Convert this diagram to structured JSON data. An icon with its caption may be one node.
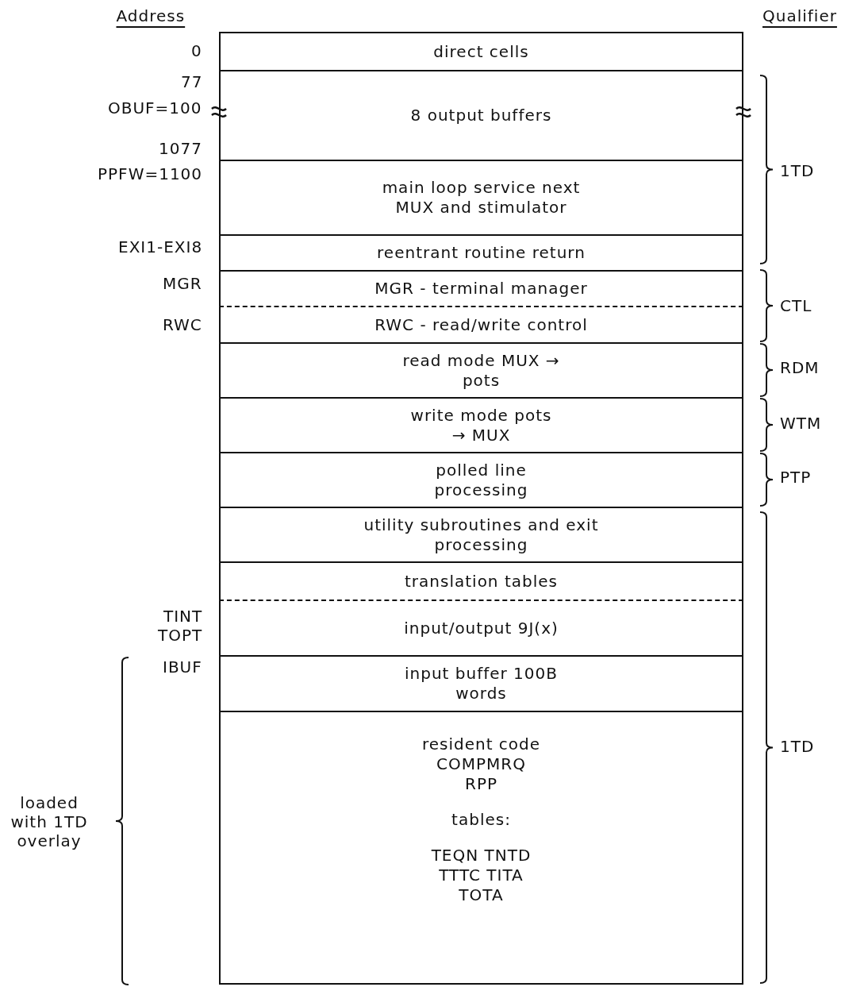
{
  "diagram": {
    "nodes": [
      {
        "text": [
          "direct cells"
        ]
      },
      {
        "text": [
          "8 output buffers"
        ]
      },
      {
        "text": [
          "main loop service next MUX and stimulator"
        ]
      },
      {
        "text": [
          "reentrant routine return"
        ]
      },
      {
        "text": [
          "MGR - terminal manager"
        ]
      },
      {
        "text": [
          "RWC - read/write control"
        ]
      },
      {
        "text": [
          "read mode MUX → pots"
        ]
      },
      {
        "text": [
          "write mode pots → MUX"
        ]
      },
      {
        "text": [
          "polled line processing"
        ]
      },
      {
        "text": [
          "utility subroutines and exit processing"
        ]
      },
      {
        "text": [
          "translation tables"
        ]
      },
      {
        "text": [
          "input/output 9J(x)"
        ]
      },
      {
        "text": [
          "input buffer 100B words"
        ]
      },
      {
        "text": [
          "resident code COMPMRQ RPP",
          "tables:",
          "TEQN TNTD TTTC TITA TOTA"
        ]
      }
    ],
    "labels": [
      "Address",
      "Qualifier",
      "0",
      "77",
      "OBUF=100",
      "1077",
      "PPFW=1100",
      "1TD",
      "EXI1-EXI8",
      "MGR",
      "CTL",
      "RWC",
      "RDM",
      "WTM",
      "PTP",
      "TINT",
      "TOPT",
      "IBUF",
      "1TD",
      "loaded with 1TD overlay"
    ]
  }
}
